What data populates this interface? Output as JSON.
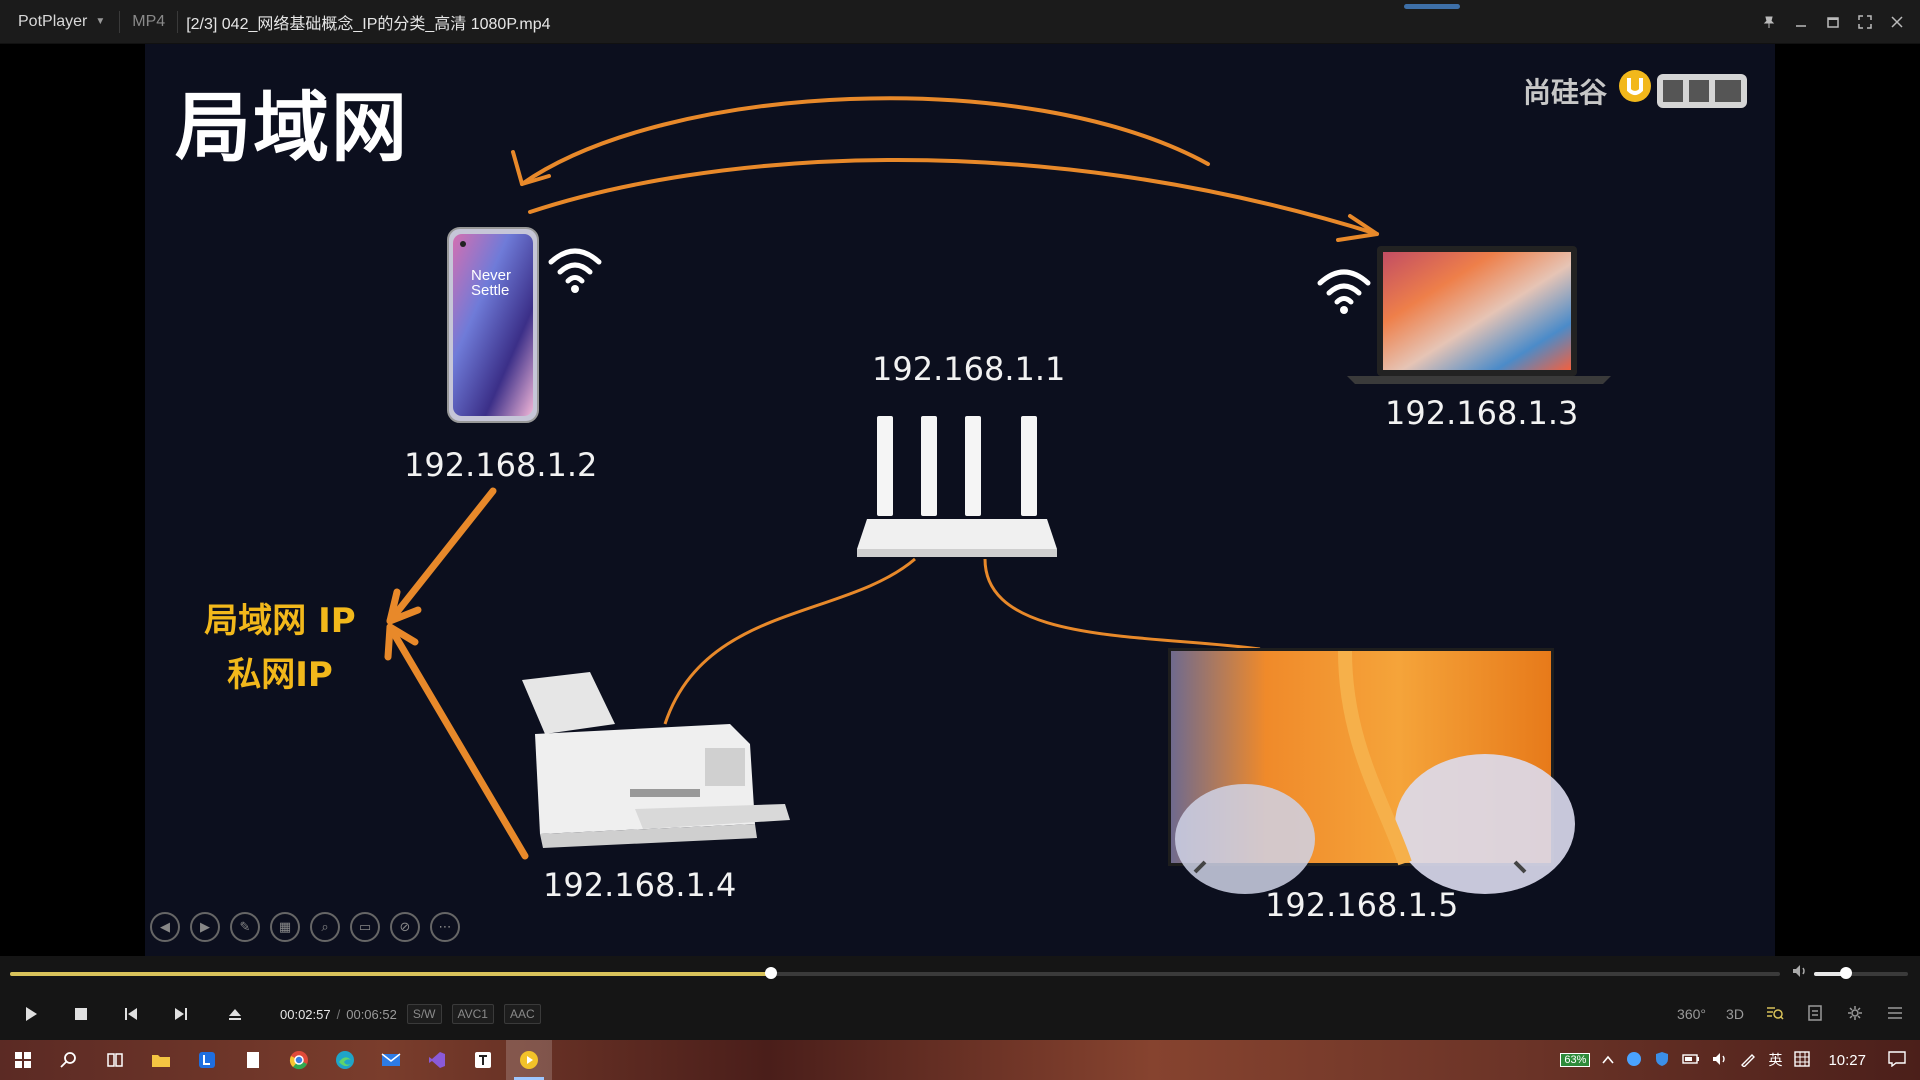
{
  "titlebar": {
    "app_name": "PotPlayer",
    "format": "MP4",
    "file_title": "[2/3] 042_网络基础概念_IP的分类_高清 1080P.mp4"
  },
  "slide": {
    "title": "局域网",
    "logo_text": "尚硅谷",
    "phone_ip": "192.168.1.2",
    "router_ip": "192.168.1.1",
    "laptop_ip": "192.168.1.3",
    "printer_ip": "192.168.1.4",
    "tv_ip": "192.168.1.5",
    "lan_label_line1": "局域网 IP",
    "lan_label_line2": "私网IP",
    "phone_screen_text": "Never Settle"
  },
  "playback": {
    "current_time": "00:02:57",
    "duration": "00:06:52",
    "progress_fraction": 0.43,
    "volume_fraction": 0.34,
    "tag_sw": "S/W",
    "tag_video": "AVC1",
    "tag_audio": "AAC",
    "btn_360": "360°",
    "btn_3d": "3D"
  },
  "taskbar": {
    "battery": "63%",
    "ime": "英",
    "clock": "10:27"
  },
  "colors": {
    "accent_orange": "#e8892a",
    "label_yellow": "#f2b81b",
    "seek_fill": "#d8c25a",
    "slide_bg": "#0c0f1e"
  }
}
